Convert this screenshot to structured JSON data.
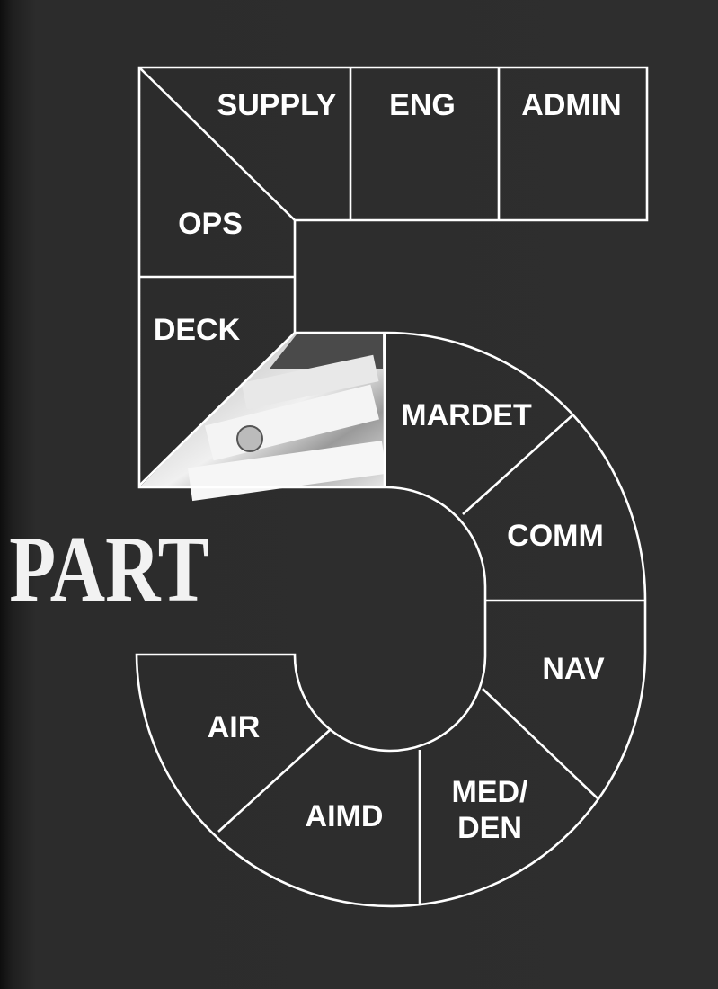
{
  "heading": {
    "word": "PART",
    "number": "5"
  },
  "sections": {
    "supply": "SUPPLY",
    "eng": "ENG",
    "admin": "ADMIN",
    "ops": "OPS",
    "deck": "DECK",
    "mardet": "MARDET",
    "comm": "COMM",
    "nav": "NAV",
    "med_line1": "MED/",
    "med_line2": "DEN",
    "aimd": "AIMD",
    "air": "AIR"
  },
  "colors": {
    "background": "#2c2c2c",
    "lines": "#ffffff"
  }
}
